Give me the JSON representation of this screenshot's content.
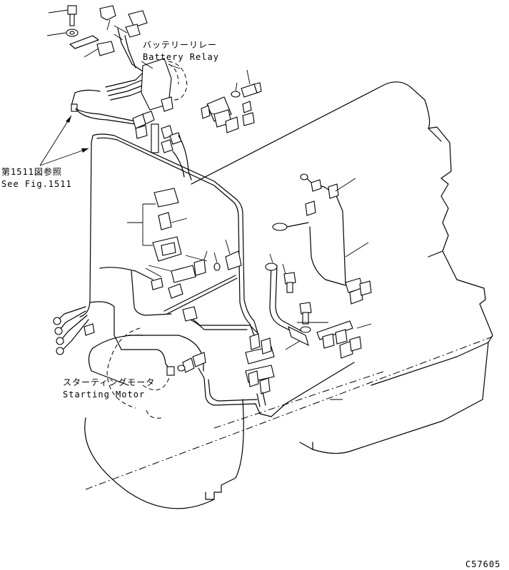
{
  "labels": {
    "battery_relay_jp": "バッテリーリレー",
    "battery_relay_en": "Battery Relay",
    "see_fig_jp": "第1511図参照",
    "see_fig_en": "See Fig.1511",
    "starting_motor_jp": "スターティングモータ",
    "starting_motor_en": "Starting Motor",
    "figure_code": "C57605"
  }
}
